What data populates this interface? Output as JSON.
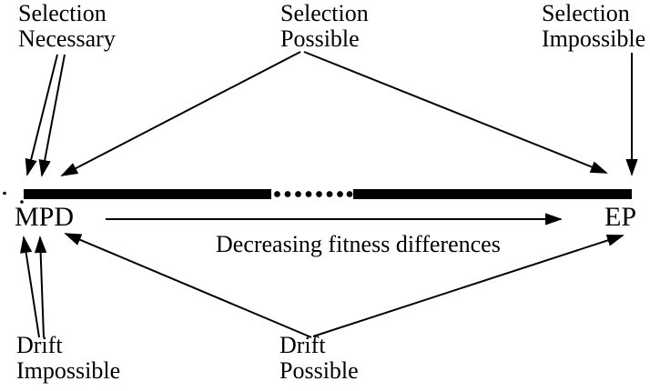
{
  "figure": {
    "background_color": "#ffffff",
    "ink_color": "#000000",
    "top_labels": {
      "selection_necessary": {
        "line1": "Selection",
        "line2": "Necessary"
      },
      "selection_possible": {
        "line1": "Selection",
        "line2": "Possible"
      },
      "selection_impossible": {
        "line1": "Selection",
        "line2": "Impossible"
      }
    },
    "spectrum": {
      "left_endpoint": "MPD",
      "right_endpoint": "EP",
      "axis_caption": "Decreasing fitness differences",
      "bar_style": "thick solid bar with dotted break in middle",
      "dot_count": 8
    },
    "bottom_labels": {
      "drift_impossible": {
        "line1": "Drift",
        "line2": "Impossible"
      },
      "drift_possible": {
        "line1": "Drift",
        "line2": "Possible"
      }
    },
    "connections": [
      {
        "from": "Selection Necessary",
        "to": "MPD end of bar",
        "arrows": 2
      },
      {
        "from": "Selection Possible",
        "to": "MPD end of bar",
        "arrows": 1
      },
      {
        "from": "Selection Possible",
        "to": "EP end of bar",
        "arrows": 1
      },
      {
        "from": "Selection Impossible",
        "to": "EP end of bar",
        "arrows": 1
      },
      {
        "from": "Drift Impossible",
        "to": "MPD",
        "arrows": 2
      },
      {
        "from": "Drift Possible",
        "to": "MPD",
        "arrows": 1
      },
      {
        "from": "Drift Possible",
        "to": "EP",
        "arrows": 1
      },
      {
        "from": "MPD",
        "to": "EP",
        "arrows": 1,
        "note": "horizontal axis arrow above caption"
      }
    ]
  }
}
